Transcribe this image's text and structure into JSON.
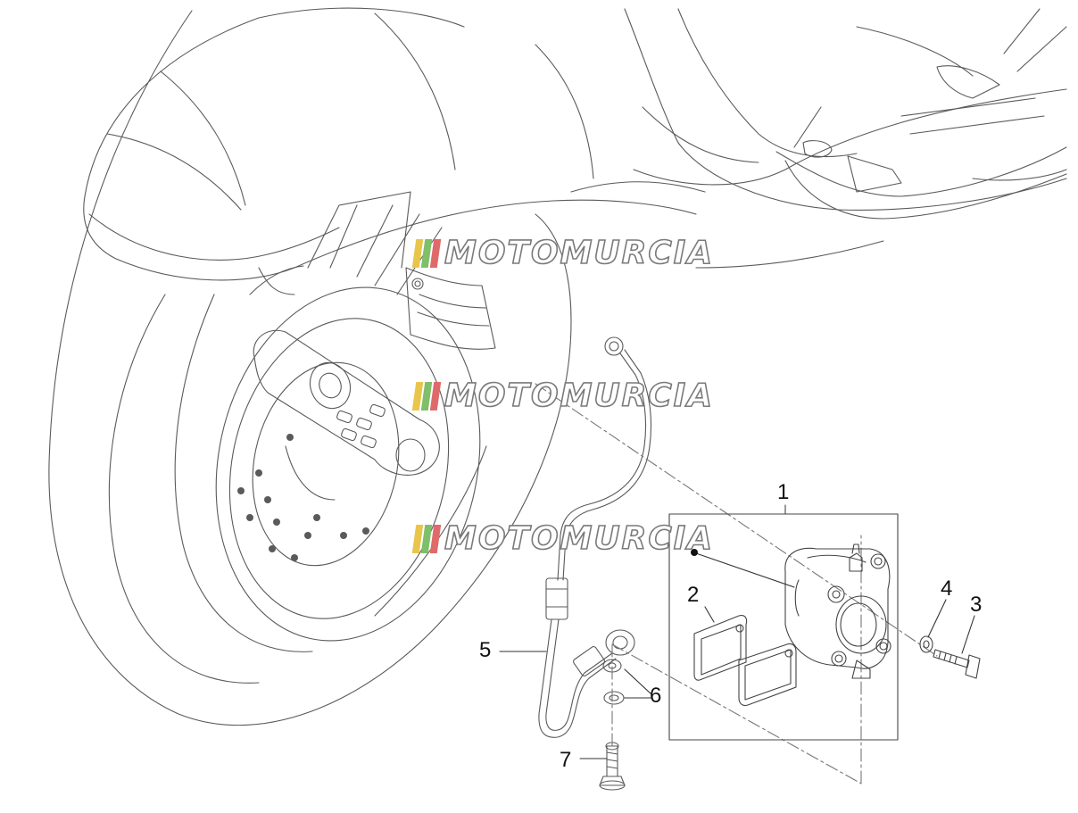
{
  "watermark": {
    "text": "MOTOMURCIA",
    "stripe_colors": [
      "#e8c64a",
      "#7fbf6a",
      "#e06a6a"
    ]
  },
  "callouts": [
    {
      "id": "1",
      "label": "1"
    },
    {
      "id": "2",
      "label": "2"
    },
    {
      "id": "3",
      "label": "3"
    },
    {
      "id": "4",
      "label": "4"
    },
    {
      "id": "5",
      "label": "5"
    },
    {
      "id": "6",
      "label": "6"
    },
    {
      "id": "7",
      "label": "7"
    }
  ],
  "colors": {
    "line": "#5a5a5a",
    "dark": "#222222"
  }
}
